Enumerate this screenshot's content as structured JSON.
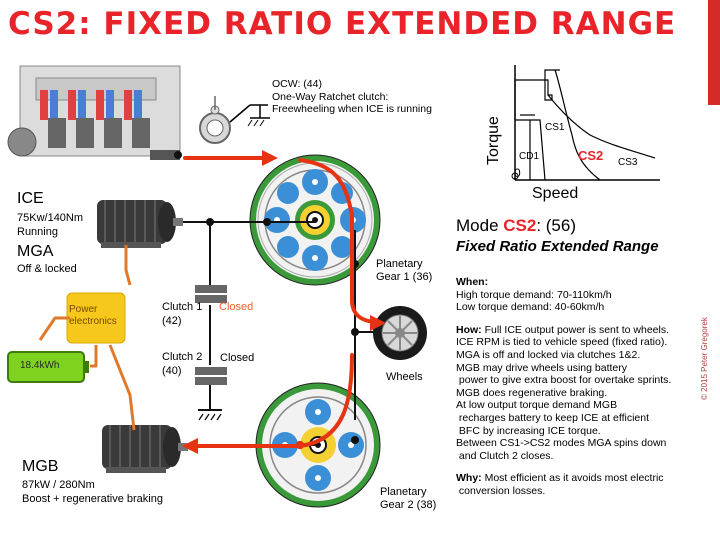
{
  "title": "CS2: FIXED RATIO EXTENDED RANGE",
  "copyright": "© 2015 Peter Gregorek",
  "ocw": {
    "line1": "OCW: (44)",
    "line2": "One-Way Ratchet clutch:",
    "line3": "Freewheeling when ICE is running"
  },
  "ice": {
    "name": "ICE",
    "spec": "75Kw/140Nm",
    "state": "Running"
  },
  "mga": {
    "name": "MGA",
    "state": "Off & locked"
  },
  "mgb": {
    "name": "MGB",
    "spec": "87kW / 280Nm",
    "state": "Boost + regenerative braking"
  },
  "power_electronics": {
    "label": "Power electronics"
  },
  "battery": {
    "label": "18.4kWh"
  },
  "clutch1": {
    "name": "Clutch 1",
    "number": "(42)",
    "state": "Closed"
  },
  "clutch2": {
    "name": "Clutch 2",
    "number": "(40)",
    "state": "Closed"
  },
  "wheels": {
    "label": "Wheels"
  },
  "planetary1": {
    "line1": "Planetary",
    "line2": "Gear 1 (36)"
  },
  "planetary2": {
    "line1": "Planetary",
    "line2": "Gear 2 (38)"
  },
  "graph": {
    "ylabel": "Torque",
    "xlabel": "Speed",
    "zero": "0",
    "regions": {
      "cd1": "CD1",
      "cs1": "CS1",
      "cs2": "CS2",
      "cs3": "CS3"
    }
  },
  "mode": {
    "prefix": "Mode ",
    "code": "CS2",
    "suffix": ": (56)",
    "subtitle": "Fixed Ratio Extended Range"
  },
  "when": {
    "heading": "When:",
    "lines": [
      "High torque demand: 70-110km/h",
      "Low torque demand: 40-60km/h"
    ]
  },
  "how": {
    "heading": "How:",
    "first": " Full ICE output power is sent to wheels.",
    "lines": [
      "ICE RPM is tied to vehicle speed (fixed ratio).",
      "MGA is off and locked via clutches 1&2.",
      "MGB may drive wheels using battery",
      " power to give extra boost for overtake sprints.",
      "MGB does regenerative braking.",
      "At low output torque demand MGB",
      " recharges battery to keep ICE at efficient",
      " BFC by increasing ICE torque.",
      "Between CS1->CS2 modes MGA spins down",
      " and Clutch 2 closes."
    ]
  },
  "why": {
    "heading": "Why:",
    "first": " Most efficient as it avoids most electric",
    "lines": [
      " conversion losses."
    ]
  },
  "colors": {
    "title": "#e8242a",
    "accent_red": "#e8242a",
    "power_flow": "#e63312",
    "electric_flow": "#e07a2a",
    "power_box": "#f6c81c",
    "battery": "#7ed321",
    "gear_ring_green": "#3a9a3a",
    "gear_planet_blue": "#3b8fd6"
  }
}
